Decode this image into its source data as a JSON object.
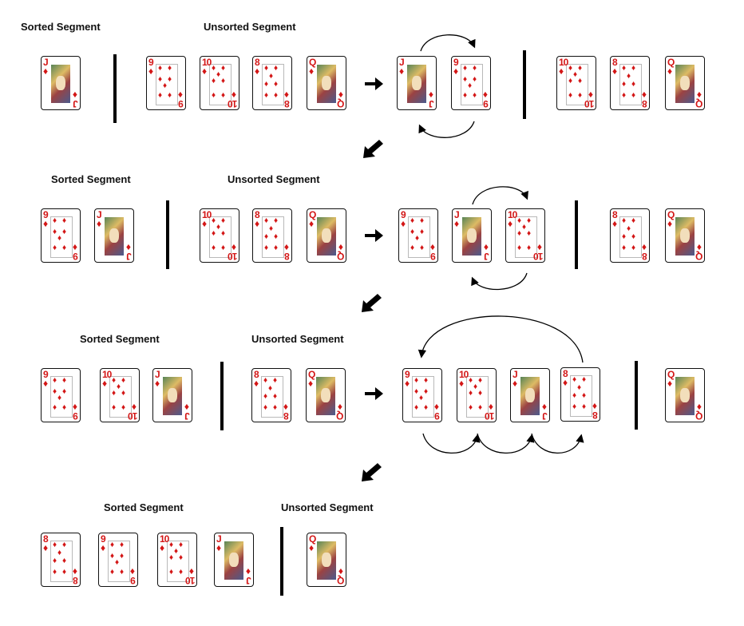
{
  "labels": {
    "sorted": "Sorted Segment",
    "unsorted": "Unsorted Segment"
  },
  "rows": [
    {
      "sorted_cards": [
        "J"
      ],
      "unsorted_cards": [
        "9",
        "10",
        "8",
        "Q"
      ],
      "result_sorted": [
        "J",
        "9"
      ],
      "result_unsorted": [
        "10",
        "8",
        "Q"
      ]
    },
    {
      "sorted_cards": [
        "9",
        "J"
      ],
      "unsorted_cards": [
        "10",
        "8",
        "Q"
      ],
      "result_sorted": [
        "9",
        "J",
        "10"
      ],
      "result_unsorted": [
        "8",
        "Q"
      ]
    },
    {
      "sorted_cards": [
        "9",
        "10",
        "J"
      ],
      "unsorted_cards": [
        "8",
        "Q"
      ],
      "result_sorted": [
        "9",
        "10",
        "J",
        "8"
      ],
      "result_unsorted": [
        "Q"
      ]
    },
    {
      "sorted_cards": [
        "8",
        "9",
        "10",
        "J"
      ],
      "unsorted_cards": [
        "Q"
      ]
    }
  ],
  "colors": {
    "suit": "#d31616",
    "ink": "#111111"
  },
  "icons": [
    "arrow-right-icon",
    "arrow-down-left-icon",
    "swap-arc-icon"
  ]
}
